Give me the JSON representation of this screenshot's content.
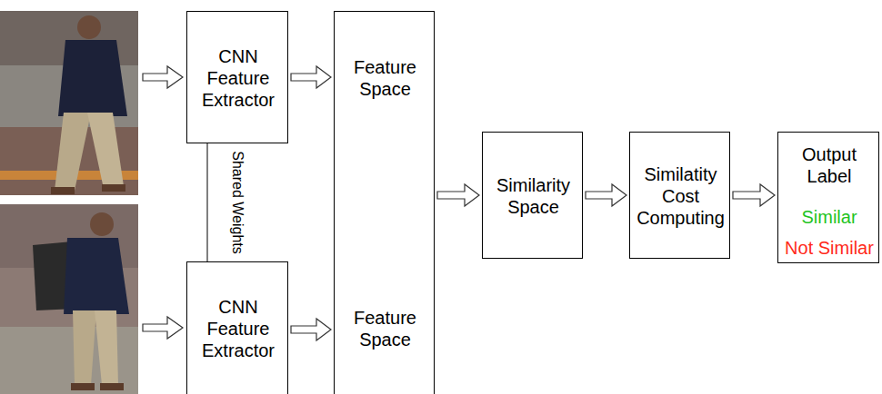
{
  "diagram": {
    "nodes": [
      {
        "text": [
          "CNN Feature Extractor"
        ]
      },
      {
        "text": [
          "CNN Feature Extractor"
        ]
      },
      {
        "text": [
          "Feature Space",
          "Feature Space"
        ]
      },
      {
        "text": [
          "Similarity Space"
        ]
      },
      {
        "text": [
          "Similatity Cost Computing"
        ]
      },
      {
        "text": [
          "Output Label",
          "Similar",
          "Not Similar"
        ]
      }
    ],
    "edges": [
      {
        "from": 0,
        "to": 1,
        "arrow": "none",
        "label": "Shared Weights"
      },
      {
        "from": 0,
        "to": 2,
        "arrow": "to"
      },
      {
        "from": 1,
        "to": 2,
        "arrow": "to"
      },
      {
        "from": 2,
        "to": 3,
        "arrow": "to"
      },
      {
        "from": 3,
        "to": 4,
        "arrow": "to"
      },
      {
        "from": 4,
        "to": 5,
        "arrow": "to"
      }
    ]
  }
}
